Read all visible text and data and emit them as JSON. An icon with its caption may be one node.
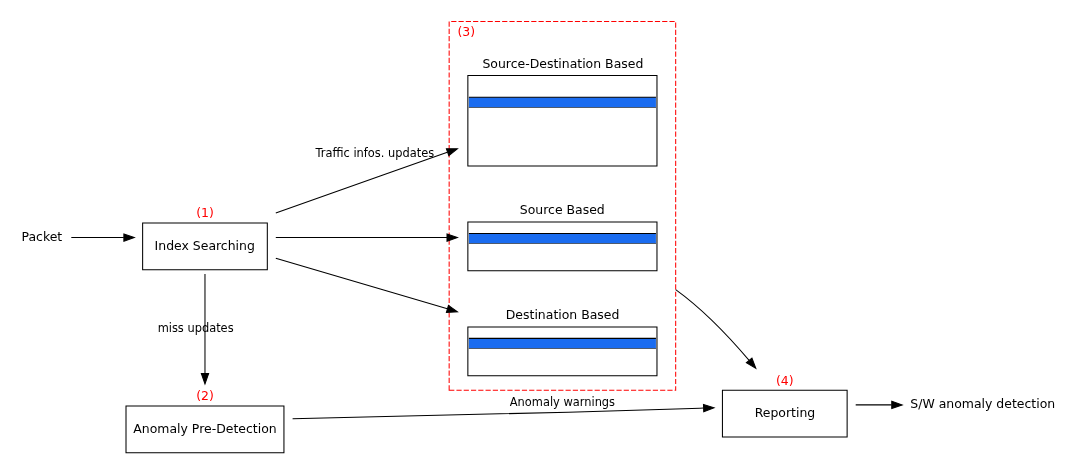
{
  "diagram": {
    "nodes": [
      {
        "text": [
          "Packet"
        ]
      },
      {
        "text": [
          "Index Searching"
        ],
        "beside": [
          "(1)"
        ]
      },
      {
        "text": [
          "Anomaly Pre-Detection"
        ],
        "beside": [
          "(2)"
        ]
      },
      {
        "text": [
          "(3)"
        ]
      },
      {
        "text": [
          "Source-Destination Based"
        ],
        "in": 3
      },
      {
        "text": [
          "Source Based"
        ],
        "in": 3
      },
      {
        "text": [
          "Destination Based"
        ],
        "in": 3
      },
      {
        "text": [
          "Reporting"
        ],
        "beside": [
          "(4)"
        ]
      },
      {
        "text": [
          "S/W anomaly detection"
        ]
      }
    ],
    "edges": [
      {
        "from": 0,
        "to": 1,
        "arrow": "to"
      },
      {
        "from": 1,
        "to": 4,
        "arrow": "to",
        "label": "Traffic infos. updates"
      },
      {
        "from": 1,
        "to": 5,
        "arrow": "to"
      },
      {
        "from": 1,
        "to": 6,
        "arrow": "to"
      },
      {
        "from": 1,
        "to": 2,
        "arrow": "to",
        "label": "miss updates"
      },
      {
        "from": 3,
        "to": 7,
        "arrow": "to"
      },
      {
        "from": 7,
        "to": 8,
        "arrow": "to"
      },
      {
        "from": 2,
        "to": 7,
        "arrow": "to",
        "label": "Anomaly warnings"
      }
    ]
  }
}
